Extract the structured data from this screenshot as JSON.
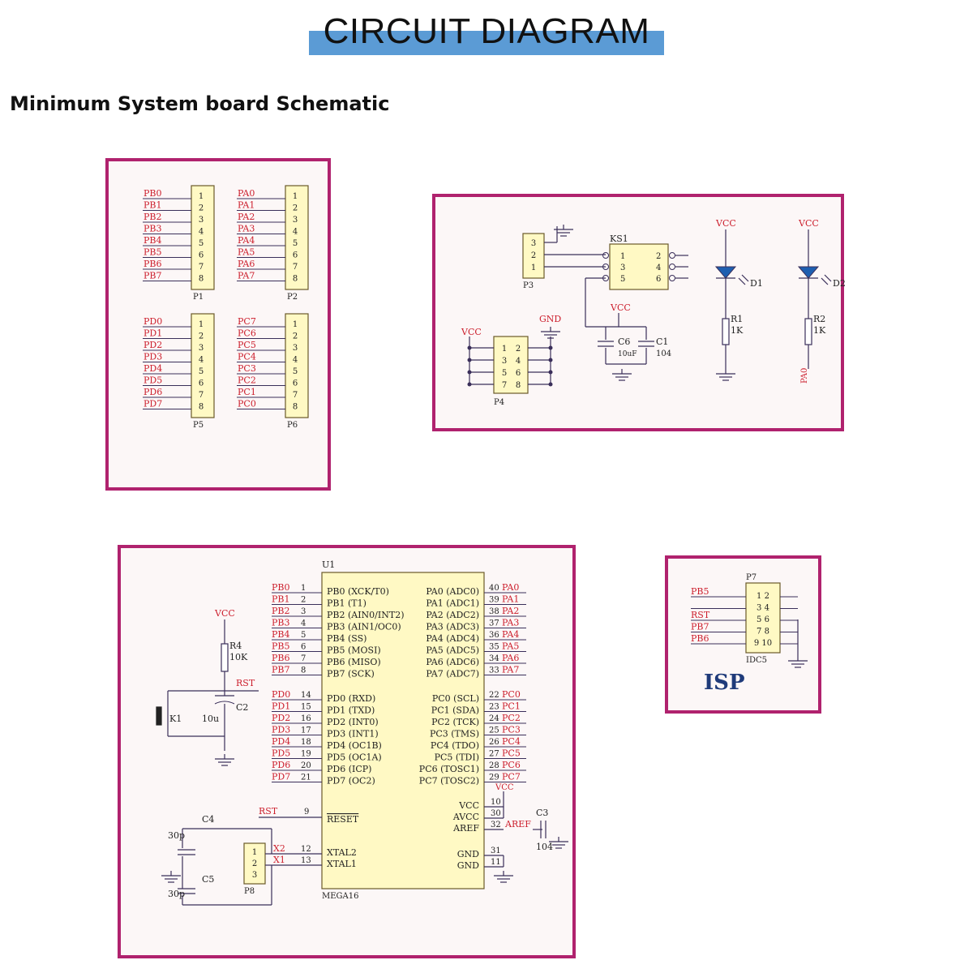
{
  "header": {
    "title": "CIRCUIT DIAGRAM",
    "subtitle": "Minimum System board Schematic"
  },
  "colors": {
    "panel_border": "#b0226e",
    "banner": "#5b9bd5",
    "net_label": "#cc1f2d",
    "pin_body": "#fff9c4",
    "wire": "#3a2f5a"
  },
  "headers_panel": {
    "groups": [
      {
        "ref": "P1",
        "nets": [
          "PB0",
          "PB1",
          "PB2",
          "PB3",
          "PB4",
          "PB5",
          "PB6",
          "PB7"
        ]
      },
      {
        "ref": "P2",
        "nets": [
          "PA0",
          "PA1",
          "PA2",
          "PA3",
          "PA4",
          "PA5",
          "PA6",
          "PA7"
        ]
      },
      {
        "ref": "P5",
        "nets": [
          "PD0",
          "PD1",
          "PD2",
          "PD3",
          "PD4",
          "PD5",
          "PD6",
          "PD7"
        ]
      },
      {
        "ref": "P6",
        "nets": [
          "PC7",
          "PC6",
          "PC5",
          "PC4",
          "PC3",
          "PC2",
          "PC1",
          "PC0"
        ]
      }
    ],
    "pins": [
      "1",
      "2",
      "3",
      "4",
      "5",
      "6",
      "7",
      "8"
    ]
  },
  "power_panel": {
    "p3": {
      "ref": "P3",
      "pins": [
        "3",
        "2",
        "1"
      ]
    },
    "ks1": {
      "ref": "KS1",
      "left_pins": [
        "1",
        "3",
        "5"
      ],
      "right_pins": [
        "2",
        "4",
        "6"
      ]
    },
    "vcc": "VCC",
    "gnd": "GND",
    "led1": {
      "ref": "D1",
      "res": "R1",
      "value": "1K"
    },
    "led2": {
      "ref": "D2",
      "res": "R2",
      "value": "1K",
      "net": "PA0"
    },
    "c6": {
      "ref": "C6",
      "value": "10uF"
    },
    "c1": {
      "ref": "C1",
      "value": "104"
    },
    "p4": {
      "ref": "P4",
      "pins": [
        "1",
        "2",
        "3",
        "4",
        "5",
        "6",
        "7",
        "8"
      ]
    }
  },
  "mcu_panel": {
    "chip_ref": "U1",
    "chip_name": "MEGA16",
    "left_top": [
      {
        "net": "PB0",
        "pin": "1",
        "fn": "PB0 (XCK/T0)"
      },
      {
        "net": "PB1",
        "pin": "2",
        "fn": "PB1 (T1)"
      },
      {
        "net": "PB2",
        "pin": "3",
        "fn": "PB2 (AIN0/INT2)"
      },
      {
        "net": "PB3",
        "pin": "4",
        "fn": "PB3 (AIN1/OC0)"
      },
      {
        "net": "PB4",
        "pin": "5",
        "fn": "PB4 (SS)"
      },
      {
        "net": "PB5",
        "pin": "6",
        "fn": "PB5 (MOSI)"
      },
      {
        "net": "PB6",
        "pin": "7",
        "fn": "PB6 (MISO)"
      },
      {
        "net": "PB7",
        "pin": "8",
        "fn": "PB7 (SCK)"
      }
    ],
    "left_bottom": [
      {
        "net": "PD0",
        "pin": "14",
        "fn": "PD0 (RXD)"
      },
      {
        "net": "PD1",
        "pin": "15",
        "fn": "PD1 (TXD)"
      },
      {
        "net": "PD2",
        "pin": "16",
        "fn": "PD2 (INT0)"
      },
      {
        "net": "PD3",
        "pin": "17",
        "fn": "PD3 (INT1)"
      },
      {
        "net": "PD4",
        "pin": "18",
        "fn": "PD4 (OC1B)"
      },
      {
        "net": "PD5",
        "pin": "19",
        "fn": "PD5 (OC1A)"
      },
      {
        "net": "PD6",
        "pin": "20",
        "fn": "PD6 (ICP)"
      },
      {
        "net": "PD7",
        "pin": "21",
        "fn": "PD7 (OC2)"
      }
    ],
    "right_top": [
      {
        "net": "PA0",
        "pin": "40",
        "fn": "PA0 (ADC0)"
      },
      {
        "net": "PA1",
        "pin": "39",
        "fn": "PA1 (ADC1)"
      },
      {
        "net": "PA2",
        "pin": "38",
        "fn": "PA2 (ADC2)"
      },
      {
        "net": "PA3",
        "pin": "37",
        "fn": "PA3 (ADC3)"
      },
      {
        "net": "PA4",
        "pin": "36",
        "fn": "PA4 (ADC4)"
      },
      {
        "net": "PA5",
        "pin": "35",
        "fn": "PA5 (ADC5)"
      },
      {
        "net": "PA6",
        "pin": "34",
        "fn": "PA6 (ADC6)"
      },
      {
        "net": "PA7",
        "pin": "33",
        "fn": "PA7 (ADC7)"
      }
    ],
    "right_bottom": [
      {
        "net": "PC0",
        "pin": "22",
        "fn": "PC0 (SCL)"
      },
      {
        "net": "PC1",
        "pin": "23",
        "fn": "PC1 (SDA)"
      },
      {
        "net": "PC2",
        "pin": "24",
        "fn": "PC2 (TCK)"
      },
      {
        "net": "PC3",
        "pin": "25",
        "fn": "PC3 (TMS)"
      },
      {
        "net": "PC4",
        "pin": "26",
        "fn": "PC4 (TDO)"
      },
      {
        "net": "PC5",
        "pin": "27",
        "fn": "PC5 (TDI)"
      },
      {
        "net": "PC6",
        "pin": "28",
        "fn": "PC6 (TOSC1)"
      },
      {
        "net": "PC7",
        "pin": "29",
        "fn": "PC7 (TOSC2)"
      }
    ],
    "power_pins": [
      {
        "fn": "VCC",
        "pin": "10"
      },
      {
        "fn": "AVCC",
        "pin": "30"
      },
      {
        "fn": "AREF",
        "pin": "32"
      },
      {
        "fn": "GND",
        "pin": "31"
      },
      {
        "fn": "GND",
        "pin": "11"
      }
    ],
    "reset": {
      "net": "RST",
      "pin": "9",
      "fn": "RESET"
    },
    "xtal2": {
      "net": "X2",
      "pin": "12",
      "fn": "XTAL2"
    },
    "xtal1": {
      "net": "X1",
      "pin": "13",
      "fn": "XTAL1"
    },
    "aref_net": "AREF",
    "vcc": "VCC",
    "r4": {
      "ref": "R4",
      "value": "10K"
    },
    "rst_net": "RST",
    "c2": {
      "ref": "C2",
      "value": "10u"
    },
    "k1": {
      "ref": "K1"
    },
    "c4": {
      "ref": "C4",
      "value": "30p"
    },
    "c5": {
      "ref": "C5",
      "value": "30p"
    },
    "c3": {
      "ref": "C3",
      "value": "104"
    },
    "p8": {
      "ref": "P8",
      "pins": [
        "1",
        "2",
        "3"
      ]
    }
  },
  "isp_panel": {
    "title": "ISP",
    "ref": "P7",
    "footprint": "IDC5",
    "rows": [
      {
        "net": "PB5",
        "pins": "1  2"
      },
      {
        "net": "",
        "pins": "3  4"
      },
      {
        "net": "RST",
        "pins": "5  6"
      },
      {
        "net": "PB7",
        "pins": "7  8"
      },
      {
        "net": "PB6",
        "pins": "9 10"
      }
    ]
  }
}
